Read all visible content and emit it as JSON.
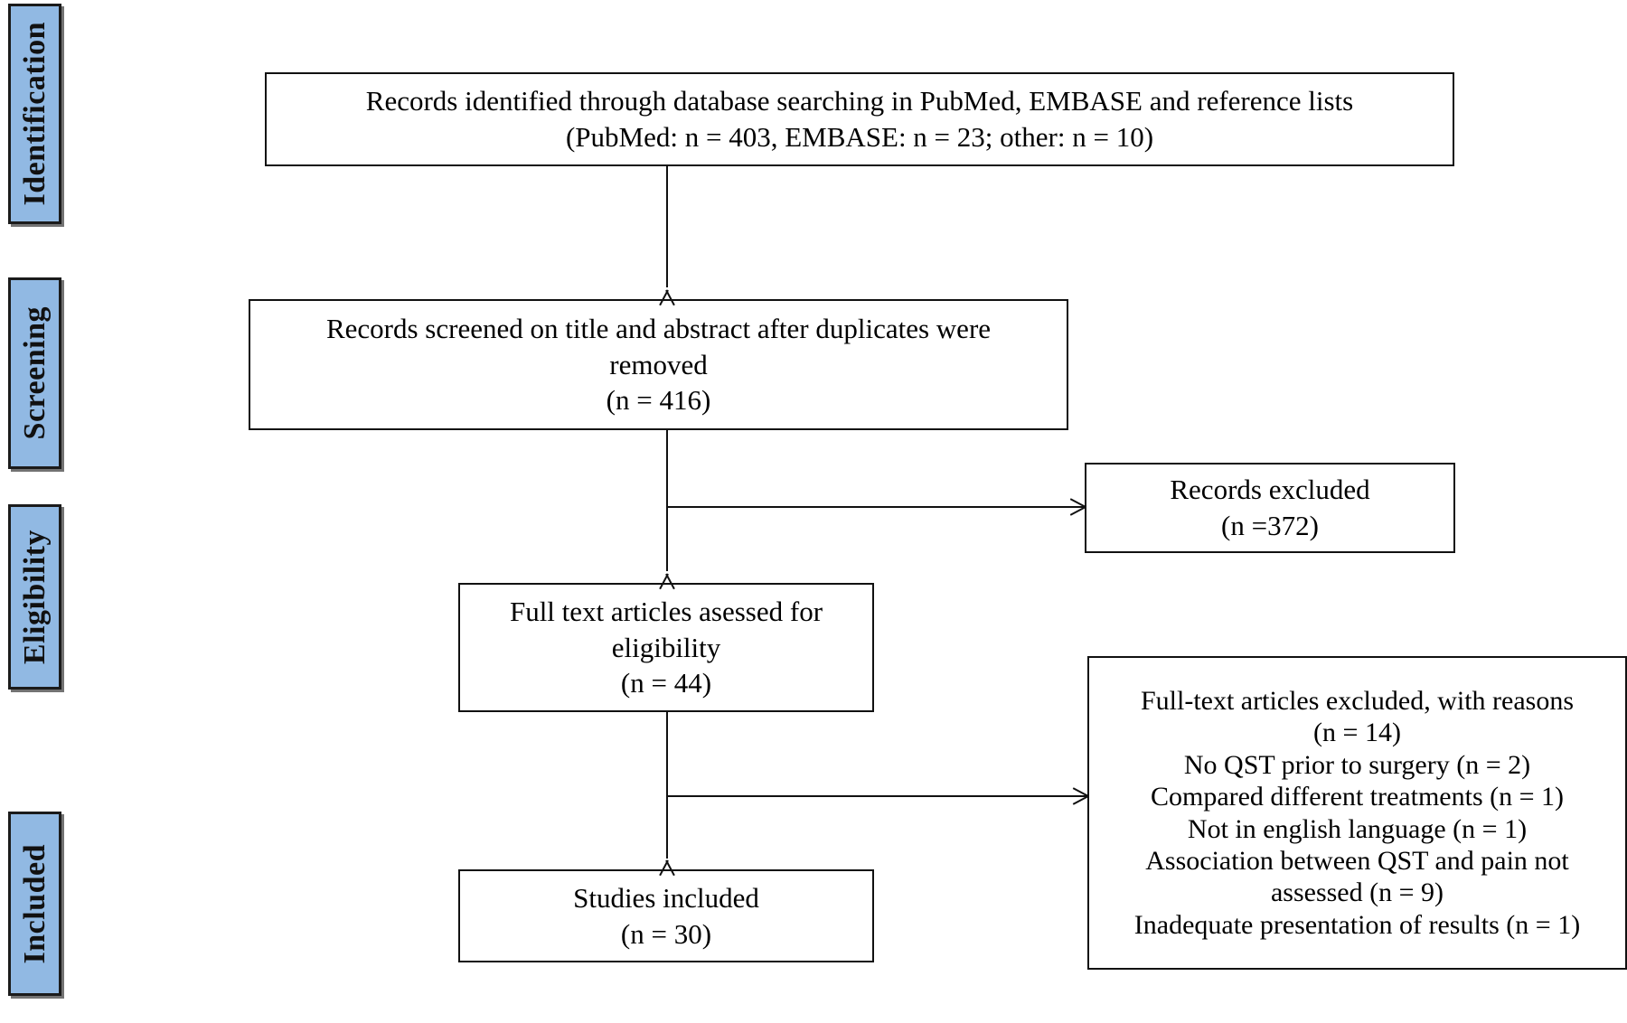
{
  "figure": {
    "type": "prisma-flow-diagram",
    "accent_color": "#91B9E3",
    "line_color": "#111111",
    "background": "#ffffff"
  },
  "phases": [
    {
      "id": "identification",
      "label": "Identification"
    },
    {
      "id": "screening",
      "label": "Screening"
    },
    {
      "id": "eligibility",
      "label": "Eligibility"
    },
    {
      "id": "included",
      "label": "Included"
    }
  ],
  "boxes": {
    "records_identified": {
      "text": "Records identified through database searching in PubMed, EMBASE and reference lists\n(PubMed: n = 403, EMBASE: n = 23; other: n = 10)"
    },
    "records_screened": {
      "text": "Records screened on title and abstract after duplicates were\nremoved\n(n = 416)"
    },
    "records_excluded": {
      "text": "Records excluded\n(n =372)"
    },
    "full_text_assessed": {
      "text": "Full text articles asessed for\neligibility\n(n = 44)"
    },
    "full_text_excluded": {
      "text": "Full-text articles excluded, with reasons\n(n = 14)\nNo QST prior to surgery (n = 2)\nCompared different treatments (n = 1)\nNot in english language (n = 1)\nAssociation between QST and pain not\nassessed (n = 9)\nInadequate presentation of results (n = 1)"
    },
    "studies_included": {
      "text": "Studies included\n(n = 30)"
    }
  },
  "counts": {
    "pubmed": 403,
    "embase": 23,
    "other": 10,
    "screened": 416,
    "excluded_screening": 372,
    "full_text_assessed": 44,
    "full_text_excluded": 14,
    "studies_included": 30,
    "reasons": [
      {
        "reason": "No QST prior to surgery",
        "n": 2
      },
      {
        "reason": "Compared different treatments",
        "n": 1
      },
      {
        "reason": "Not in english language",
        "n": 1
      },
      {
        "reason": "Association between QST and pain not assessed",
        "n": 9
      },
      {
        "reason": "Inadequate presentation of results",
        "n": 1
      }
    ]
  }
}
